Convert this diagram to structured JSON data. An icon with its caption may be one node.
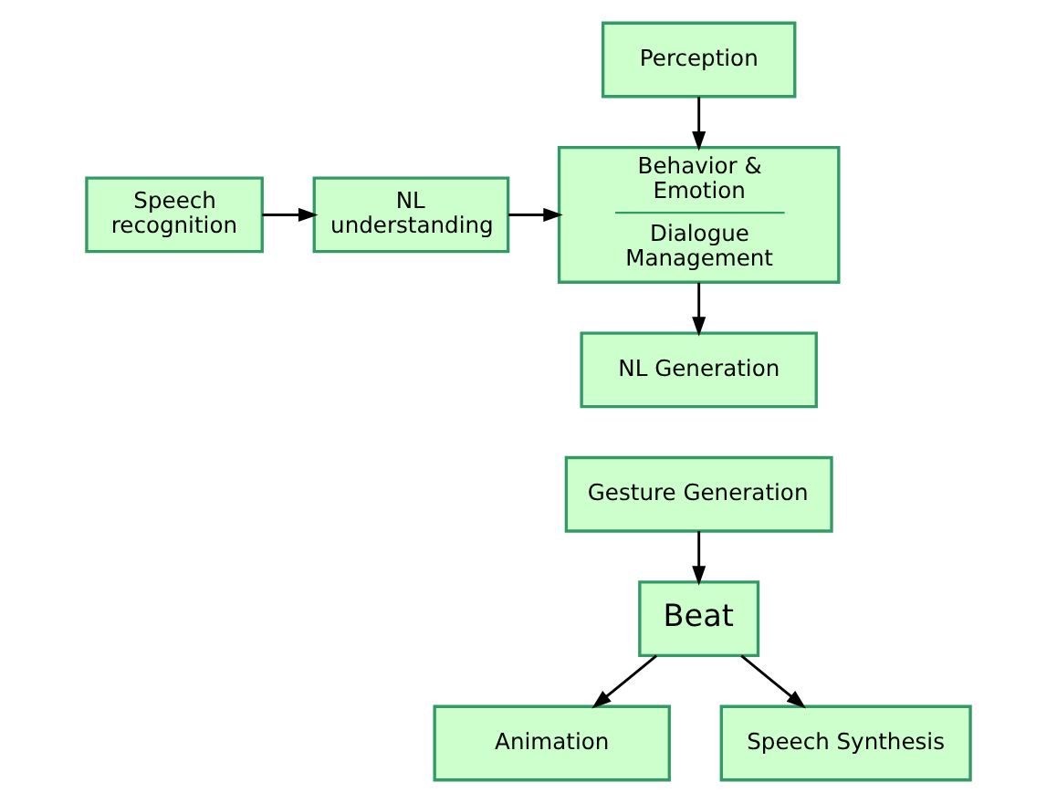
{
  "diagram": {
    "nodes": [
      {
        "text": [
          "Perception"
        ]
      },
      {
        "text": [
          "Speech recognition"
        ]
      },
      {
        "text": [
          "NL understanding"
        ]
      },
      {
        "text": [
          "Behavior & Emotion",
          "Dialogue Management"
        ]
      },
      {
        "text": [
          "NL Generation"
        ]
      },
      {
        "text": [
          "Gesture Generation"
        ]
      },
      {
        "text": [
          "Beat"
        ]
      },
      {
        "text": [
          "Animation"
        ]
      },
      {
        "text": [
          "Speech Synthesis"
        ]
      }
    ],
    "edges": [
      {
        "from": 0,
        "to": 3,
        "arrow": "to"
      },
      {
        "from": 1,
        "to": 2,
        "arrow": "to"
      },
      {
        "from": 2,
        "to": 3,
        "arrow": "to"
      },
      {
        "from": 3,
        "to": 4,
        "arrow": "to"
      },
      {
        "from": 5,
        "to": 6,
        "arrow": "to"
      },
      {
        "from": 6,
        "to": 7,
        "arrow": "to"
      },
      {
        "from": 6,
        "to": 8,
        "arrow": "to"
      }
    ]
  }
}
